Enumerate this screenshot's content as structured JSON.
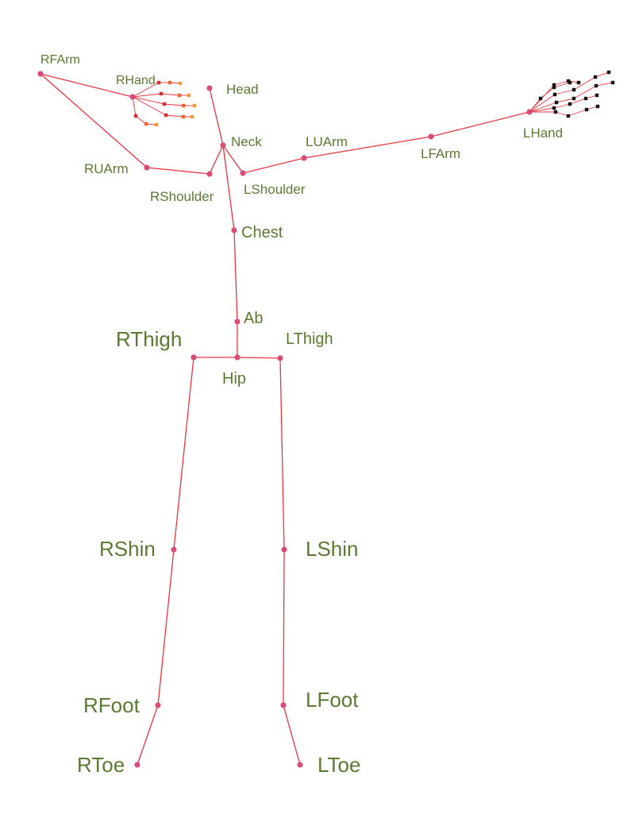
{
  "colors": {
    "bone": "#e8353f",
    "joint": "#d64d7a",
    "label": "#5a7a32",
    "rhand_markers": [
      "#d62e2e",
      "#f0622a",
      "#f39a3a"
    ],
    "lhand_markers": "#111111"
  },
  "labels": {
    "rfarm": "RFArm",
    "rhand": "RHand",
    "head": "Head",
    "neck": "Neck",
    "luarm": "LUArm",
    "lfarm": "LFArm",
    "lhand": "LHand",
    "ruarm": "RUArm",
    "rshoulder": "RShoulder",
    "lshoulder": "LShoulder",
    "chest": "Chest",
    "ab": "Ab",
    "rthigh": "RThigh",
    "lthigh": "LThigh",
    "hip": "Hip",
    "rshin": "RShin",
    "lshin": "LShin",
    "rfoot": "RFoot",
    "lfoot": "LFoot",
    "rtoe": "RToe",
    "ltoe": "LToe"
  }
}
